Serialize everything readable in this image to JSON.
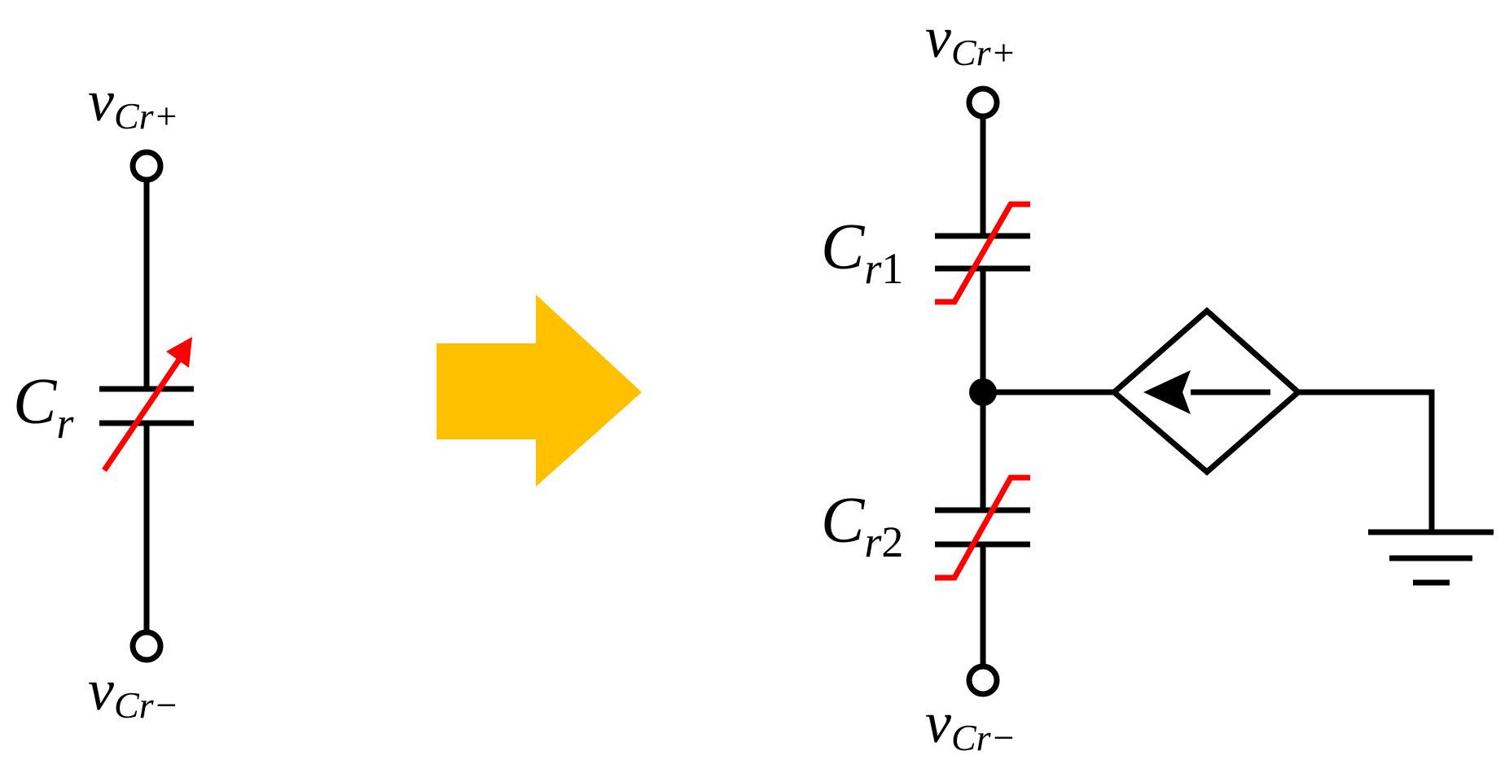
{
  "left_circuit": {
    "top_terminal": {
      "main": "v",
      "sub": "Cr+"
    },
    "bottom_terminal": {
      "main": "v",
      "sub": "Cr−"
    },
    "capacitor": {
      "main": "C",
      "sub": "r"
    }
  },
  "right_circuit": {
    "top_terminal": {
      "main": "v",
      "sub": "Cr+"
    },
    "bottom_terminal": {
      "main": "v",
      "sub": "Cr−"
    },
    "capacitor_1": {
      "main": "C",
      "sub_italic": "r",
      "sub_num": "1"
    },
    "capacitor_2": {
      "main": "C",
      "sub_italic": "r",
      "sub_num": "2"
    }
  },
  "colors": {
    "wire": "#000000",
    "variable_marker": "#ff0000",
    "transform_arrow": "#ffc000"
  },
  "icons": {
    "transform_arrow": "right-arrow",
    "source": "dependent-current-source-diamond",
    "ground": "ground-symbol"
  }
}
